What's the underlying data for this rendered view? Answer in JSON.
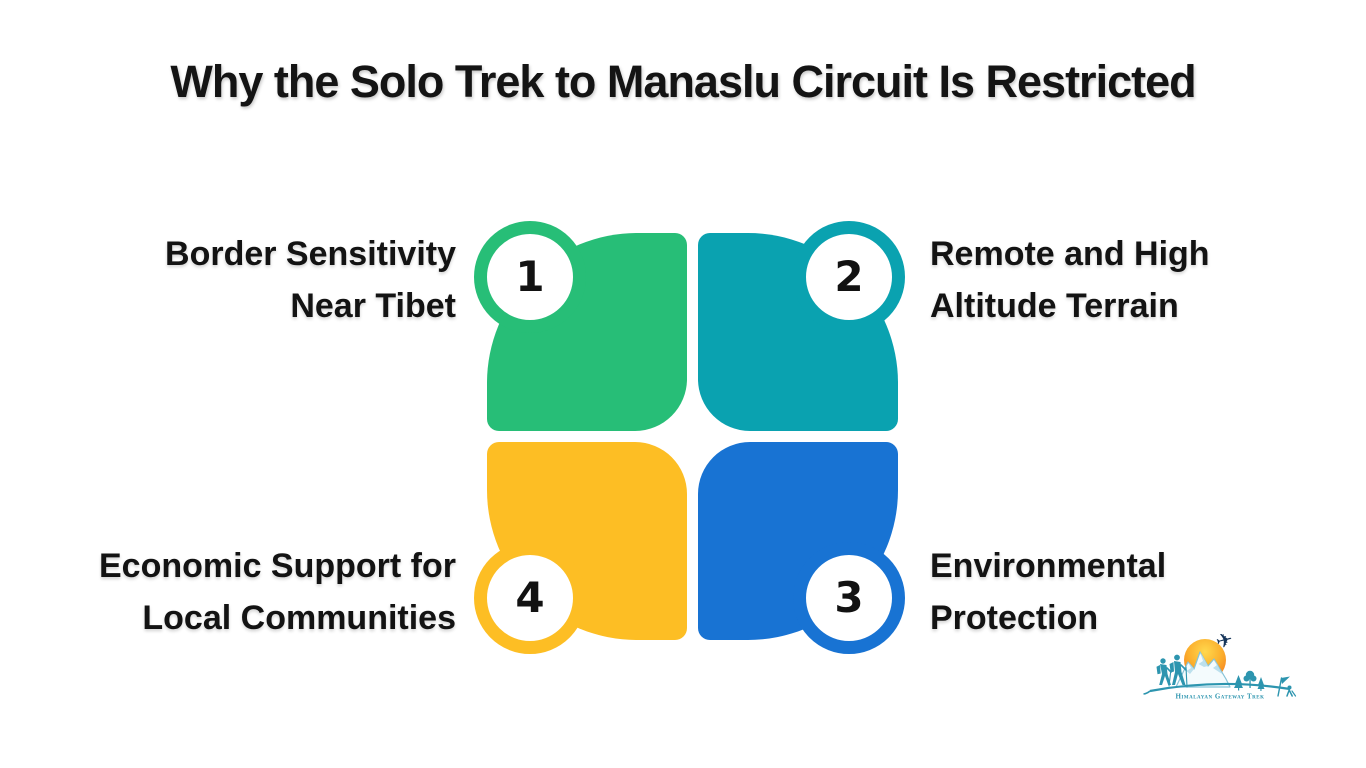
{
  "title": "Why the Solo Trek to Manaslu Circuit Is Restricted",
  "quadrants": [
    {
      "number": "1",
      "position": "top-left",
      "label_line1": "Border Sensitivity",
      "label_line2": "Near Tibet",
      "color": "#27BE77"
    },
    {
      "number": "2",
      "position": "top-right",
      "label_line1": "Remote and High",
      "label_line2": "Altitude Terrain",
      "color": "#0AA2B0"
    },
    {
      "number": "3",
      "position": "bottom-right",
      "label_line1": "Environmental",
      "label_line2": "Protection",
      "color": "#1873D3"
    },
    {
      "number": "4",
      "position": "bottom-left",
      "label_line1": "Economic Support for",
      "label_line2": "Local Communities",
      "color": "#FDBE24"
    }
  ],
  "logo": {
    "wordmark": "Himalayan Gateway Trek",
    "colors": {
      "brand_teal": "#2D95AF",
      "sun_orange": "#F4791F",
      "sun_yellow": "#FFD84D",
      "plane_navy": "#16355A",
      "mountain_line": "#86C3D8",
      "mountain_fill": "#F4FBFD",
      "mountain_shade": "#BCE0ED"
    }
  },
  "colors": {
    "background": "#FFFFFF",
    "text": "#141414"
  }
}
